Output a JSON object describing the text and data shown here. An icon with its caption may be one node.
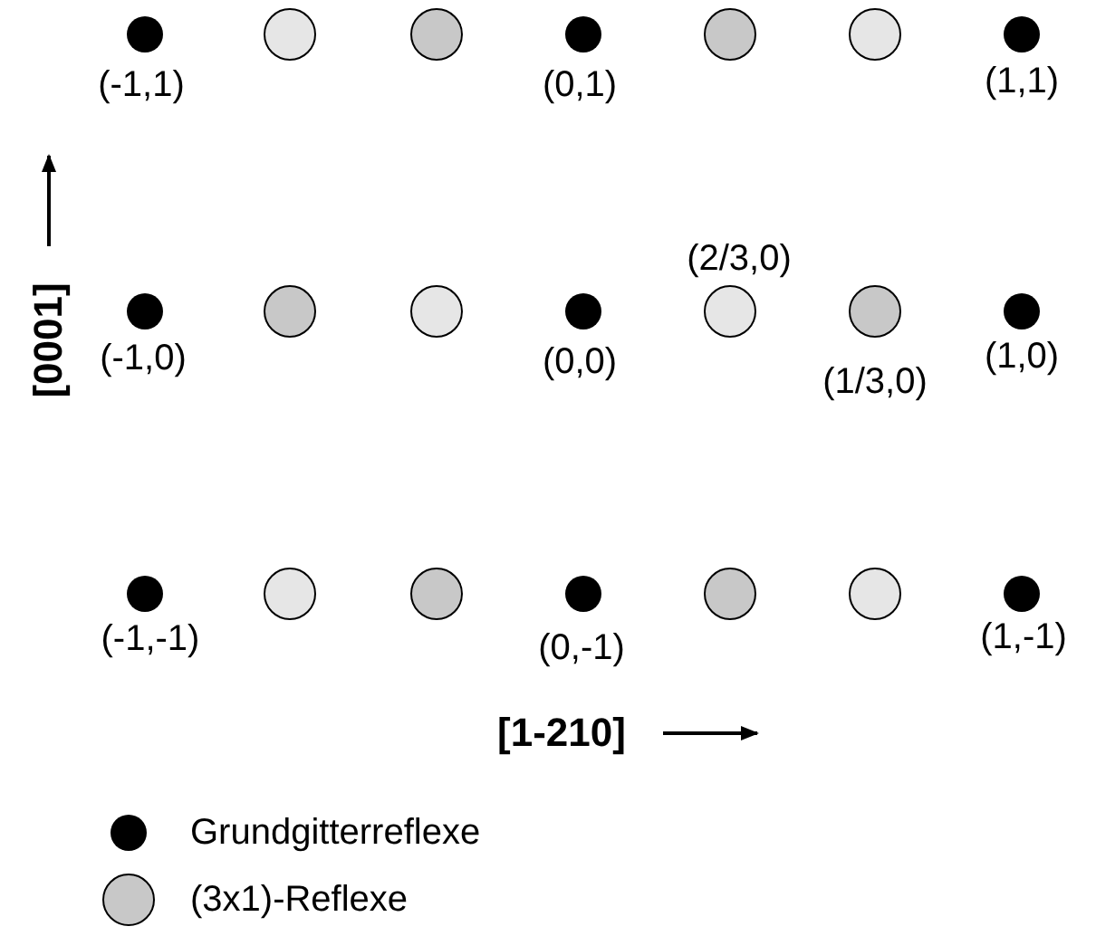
{
  "diagram": {
    "labels": [
      "(-1,1)",
      "(0,1)",
      "(1,1)",
      "(2/3,0)",
      "[0001]",
      "(-1,0)",
      "(0,0)",
      "(1/3,0)",
      "(1,0)",
      "(-1,-1)",
      "(0,-1)",
      "(1,-1)",
      "[1-210]"
    ],
    "legend": [
      {
        "text": "Grundgitterreflexe",
        "color": "#000000"
      },
      {
        "text": "(3x1)-Reflexe",
        "color": "#c8c8c8"
      }
    ]
  }
}
